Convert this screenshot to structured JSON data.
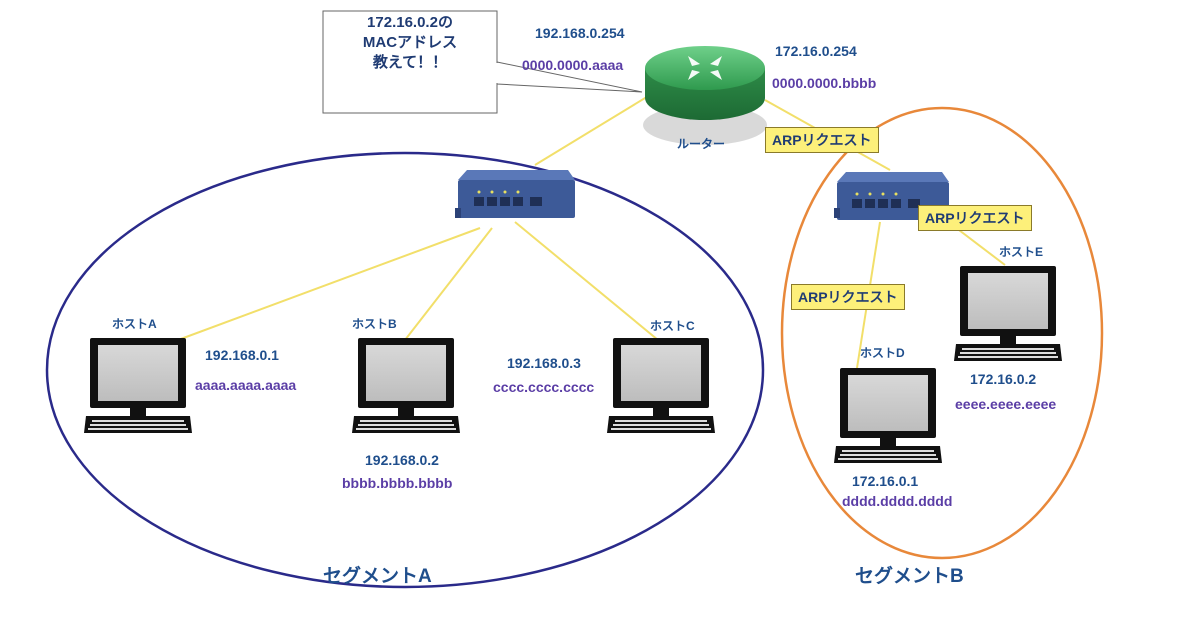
{
  "speech_bubble": {
    "lines": [
      "172.16.0.2の",
      "MACアドレス",
      "教えて！！"
    ]
  },
  "router": {
    "label": "ルーター",
    "ip_left": "192.168.0.254",
    "mac_left": "0000.0000.aaaa",
    "ip_right": "172.16.0.254",
    "mac_right": "0000.0000.bbbb"
  },
  "segments": {
    "a": {
      "label": "セグメントA",
      "color": "#2a2a8a"
    },
    "b": {
      "label": "セグメントB",
      "color": "#e8883a"
    }
  },
  "hosts": {
    "a": {
      "name": "ホストA",
      "ip": "192.168.0.1",
      "mac": "aaaa.aaaa.aaaa"
    },
    "b": {
      "name": "ホストB",
      "ip": "192.168.0.2",
      "mac": "bbbb.bbbb.bbbb"
    },
    "c": {
      "name": "ホストC",
      "ip": "192.168.0.3",
      "mac": "cccc.cccc.cccc"
    },
    "d": {
      "name": "ホストD",
      "ip": "172.16.0.1",
      "mac": "dddd.dddd.dddd"
    },
    "e": {
      "name": "ホストE",
      "ip": "172.16.0.2",
      "mac": "eeee.eeee.eeee"
    }
  },
  "arp_requests": {
    "router_to_switch": "ARPリクエスト",
    "switch_to_e": "ARPリクエスト",
    "switch_to_d": "ARPリクエスト"
  },
  "colors": {
    "link": "#f2df6a",
    "router_body": "#3aa35a",
    "switch_body": "#3d5a98",
    "label_ip": "#1f4e8c",
    "label_mac": "#5b3ea6",
    "arp_fill": "#fdf07a"
  }
}
